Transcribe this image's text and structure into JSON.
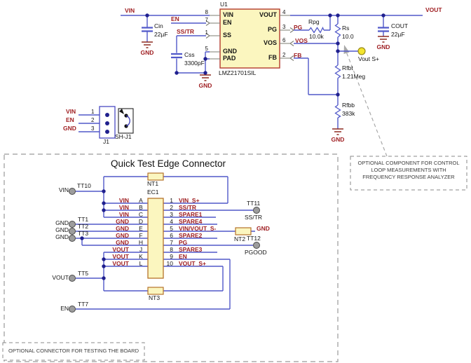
{
  "schematic": {
    "power": {
      "u1": {
        "ref": "U1",
        "part": "LMZ21701SIL",
        "pins_left": [
          {
            "n": "8",
            "name": "VIN"
          },
          {
            "n": "7",
            "name": "EN"
          },
          {
            "n": "1",
            "name": "SS"
          },
          {
            "n": "5",
            "name": "GND"
          },
          {
            "n": "",
            "name": "PAD"
          }
        ],
        "pins_right": [
          {
            "n": "4",
            "name": "VOUT"
          },
          {
            "n": "3",
            "name": "PG"
          },
          {
            "n": "6",
            "name": "VOS"
          },
          {
            "n": "2",
            "name": "FB"
          }
        ]
      },
      "nets": {
        "vin": "VIN",
        "en": "EN",
        "sstr": "SS/TR",
        "vout": "VOUT",
        "pg": "PG",
        "vos": "VOS",
        "fb": "FB",
        "gnd": "GND"
      },
      "components": {
        "cin": {
          "ref": "Cin",
          "value": "22µF"
        },
        "css": {
          "ref": "Css",
          "value": "3300pF"
        },
        "rpg": {
          "ref": "Rpg",
          "value": "10.0k"
        },
        "rs": {
          "ref": "Rs",
          "value": "10.0"
        },
        "cout": {
          "ref": "COUT",
          "value": "22µF"
        },
        "rfbt": {
          "ref": "Rfbt",
          "value": "1.21Meg"
        },
        "rfbb": {
          "ref": "Rfbb",
          "value": "383k"
        }
      },
      "vout_sense_label": "Vout S+"
    },
    "j1": {
      "ref": "J1",
      "shunt": "SH-J1",
      "pins": [
        {
          "n": "1",
          "net": "VIN"
        },
        {
          "n": "2",
          "net": "EN"
        },
        {
          "n": "3",
          "net": "GND"
        }
      ]
    },
    "edge": {
      "title": "Quick Test Edge Connector",
      "ec_ref": "EC1",
      "nt1": "NT1",
      "nt2": "NT2",
      "nt3": "NT3",
      "nt2_net": "GND",
      "rows": [
        {
          "left_net": "VIN",
          "letter": "A",
          "num": "1",
          "right_net": "VIN_S+"
        },
        {
          "left_net": "VIN",
          "letter": "B",
          "num": "2",
          "right_net": "SS/TR"
        },
        {
          "left_net": "VIN",
          "letter": "C",
          "num": "3",
          "right_net": "SPARE1"
        },
        {
          "left_net": "GND",
          "letter": "D",
          "num": "4",
          "right_net": "SPARE4"
        },
        {
          "left_net": "GND",
          "letter": "E",
          "num": "5",
          "right_net": "VIN/VOUT_S-"
        },
        {
          "left_net": "GND",
          "letter": "F",
          "num": "6",
          "right_net": "SPARE2"
        },
        {
          "left_net": "GND",
          "letter": "H",
          "num": "7",
          "right_net": "PG"
        },
        {
          "left_net": "VOUT",
          "letter": "J",
          "num": "8",
          "right_net": "SPARE3"
        },
        {
          "left_net": "VOUT",
          "letter": "K",
          "num": "9",
          "right_net": "EN"
        },
        {
          "left_net": "VOUT",
          "letter": "L",
          "num": "10",
          "right_net": "VOUT_S+"
        }
      ],
      "tp": {
        "tt10": {
          "ref": "TT10",
          "net": "VIN"
        },
        "tt1": {
          "ref": "TT1",
          "net": "GND"
        },
        "tt2": {
          "ref": "TT2",
          "net": "GND"
        },
        "tt3": {
          "ref": "TT3",
          "net": "GND"
        },
        "tt5": {
          "ref": "TT5",
          "net": "VOUT"
        },
        "tt7": {
          "ref": "TT7",
          "net": "EN"
        },
        "tt11": {
          "ref": "TT11",
          "net": "SS/TR"
        },
        "tt12": {
          "ref": "TT12",
          "net": "PGOOD"
        }
      }
    },
    "notes": {
      "connector": "OPTIONAL CONNECTOR FOR TESTING THE BOARD",
      "rs1": "OPTIONAL COMPONENT FOR CONTROL",
      "rs2": "LOOP MEASUREMENTS WITH",
      "rs3": "FREQUENCY RESPONSE ANALYZER"
    },
    "colors": {
      "wire": "#5159c9",
      "net_label": "#9e1c1f",
      "junction": "#20208e",
      "body_fill": "#fbf6bf",
      "body_stroke": "#b23b2e",
      "gnd": "#8e2b21",
      "testpoint": "#9d9d9d",
      "vout_sense": "#f2e42e"
    }
  }
}
